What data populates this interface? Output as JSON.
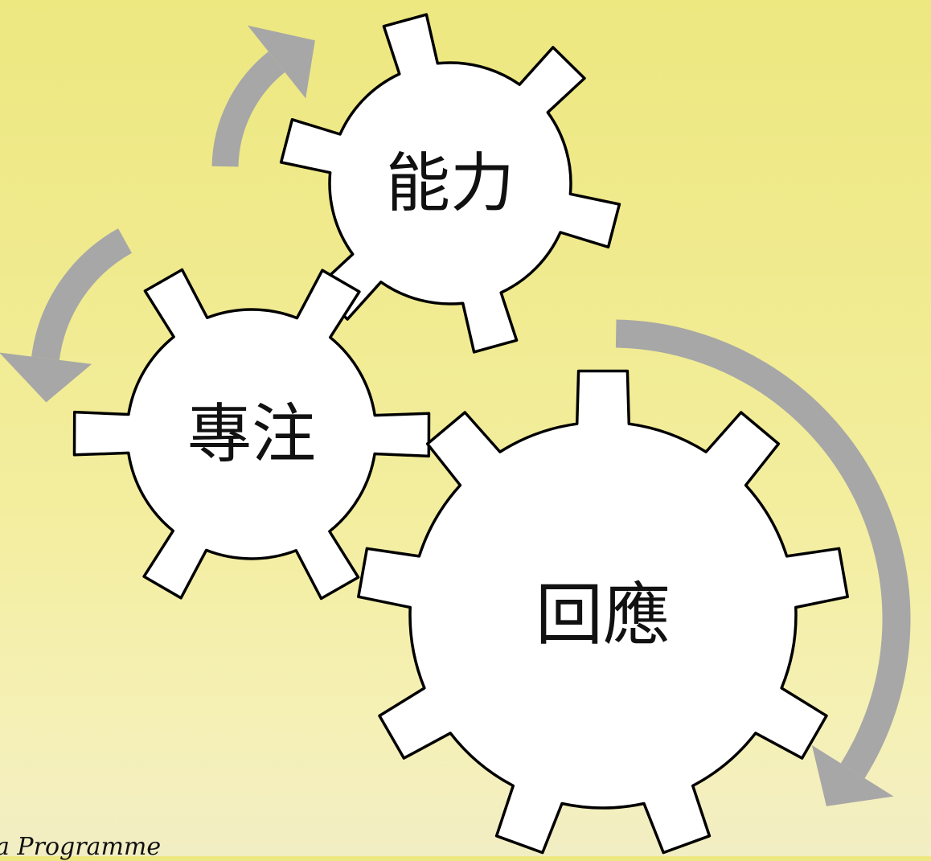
{
  "diagram": {
    "gears": [
      {
        "id": "ability",
        "label": "能力"
      },
      {
        "id": "focus",
        "label": "專注"
      },
      {
        "id": "response",
        "label": "回應"
      }
    ],
    "arrow_color": "#a7a7a7",
    "gear_fill": "#ffffff",
    "gear_stroke": "#000000"
  },
  "footer": {
    "text": "a Programme"
  }
}
